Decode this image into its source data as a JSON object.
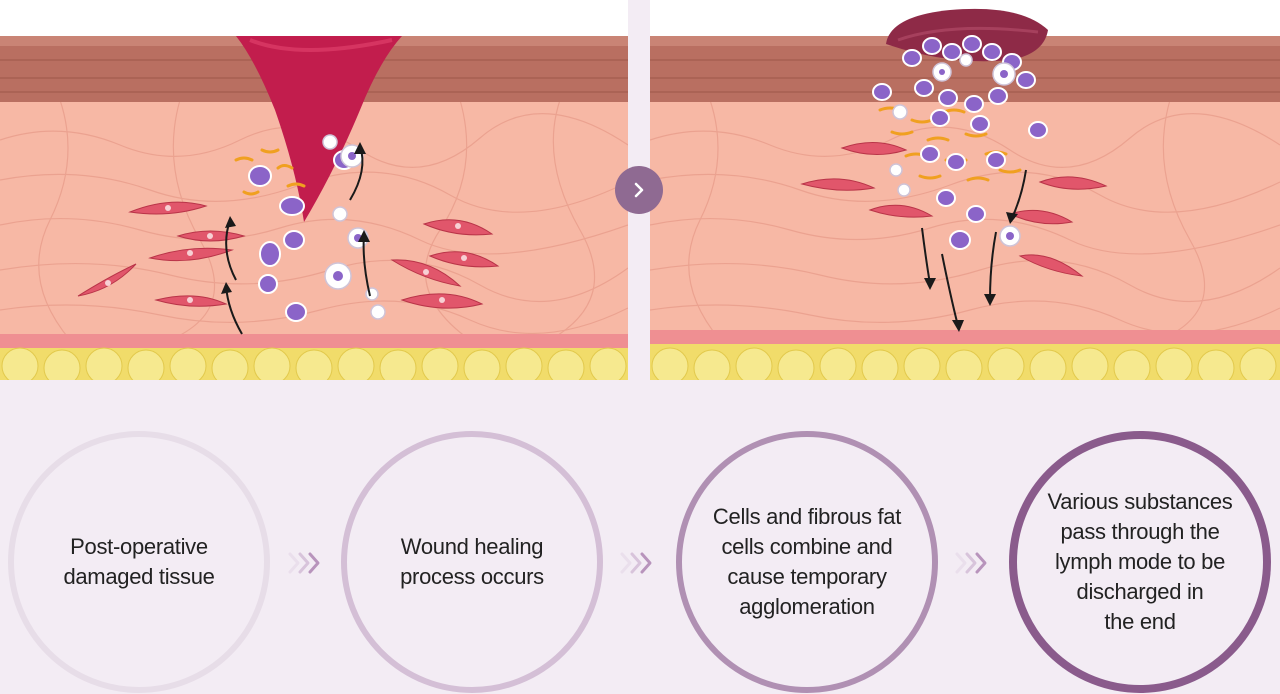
{
  "controls": {
    "next_icon": "chevron-right-icon",
    "next_bg": "#8f6a92"
  },
  "steps": [
    {
      "label": "Post-operative\ndamaged tissue",
      "ring_color": "#e7dde8"
    },
    {
      "label": "Wound healing\nprocess occurs",
      "ring_color": "#d4bfd6"
    },
    {
      "label": "Cells and fibrous fat\ncells combine and\ncause temporary\nagglomeration",
      "ring_color": "#b090b3"
    },
    {
      "label": "Various substances\npass through the\nlymph mode to be\ndischarged in\nthe end",
      "ring_color": "#8a5b8c"
    }
  ],
  "separators": {
    "icon": "triple-chevron-right-icon",
    "color": "#c4a6c8"
  },
  "illustration_colors": {
    "epidermis": "#b96f61",
    "dermis": "#f7b8a5",
    "fat": "#f1dc6a",
    "wound": "#c21d4d",
    "scab": "#8e2a47",
    "immune_cell": "#8b64c8",
    "fibroblast": "#e1566b",
    "fiber": "#f0a020"
  }
}
